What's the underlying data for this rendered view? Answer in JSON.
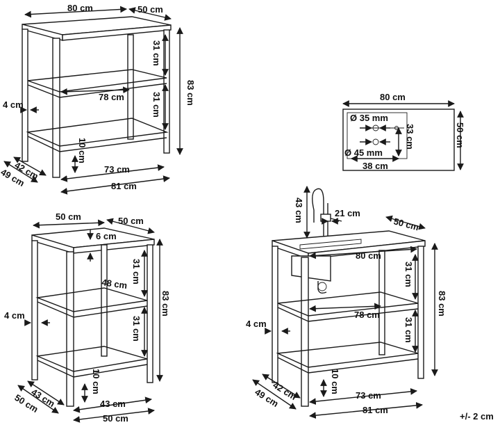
{
  "tolerance": "+/- 2 cm",
  "unit_top_left": {
    "width_top": "80 cm",
    "depth_top": "50 cm",
    "height_total": "83 cm",
    "shelf_gap_upper": "31 cm",
    "shelf_gap_lower": "31 cm",
    "shelf_inner_width": "78 cm",
    "leg_thickness": "4 cm",
    "foot_clearance": "10 cm",
    "inner_width": "73 cm",
    "outer_width": "81 cm",
    "inner_depth": "42 cm",
    "outer_depth": "49 cm"
  },
  "sink_top_view": {
    "width": "80 cm",
    "depth": "50 cm",
    "hole_small": "Ø 35 mm",
    "hole_large": "Ø 45 mm",
    "hole_distance": "33 cm",
    "sink_offset": "38 cm"
  },
  "unit_bottom_left": {
    "width_top": "50 cm",
    "depth_top": "50 cm",
    "top_thickness": "6 cm",
    "shelf_inner_depth": "48 cm",
    "shelf_gap_upper": "31 cm",
    "shelf_gap_lower": "31 cm",
    "height_total": "83 cm",
    "leg_thickness": "4 cm",
    "foot_clearance": "10 cm",
    "inner_depth": "43 cm",
    "outer_depth": "50 cm",
    "inner_width": "43 cm",
    "outer_width": "50 cm"
  },
  "unit_sink": {
    "faucet_height": "43 cm",
    "faucet_reach": "21 cm",
    "depth_top": "50 cm",
    "width_top": "80 cm",
    "shelf_gap_upper": "31 cm",
    "shelf_inner_width": "78 cm",
    "shelf_gap_lower": "31 cm",
    "height_total": "83 cm",
    "leg_thickness": "4 cm",
    "foot_clearance": "10 cm",
    "inner_width": "73 cm",
    "outer_width": "81 cm",
    "inner_depth": "42 cm",
    "outer_depth": "49 cm"
  }
}
